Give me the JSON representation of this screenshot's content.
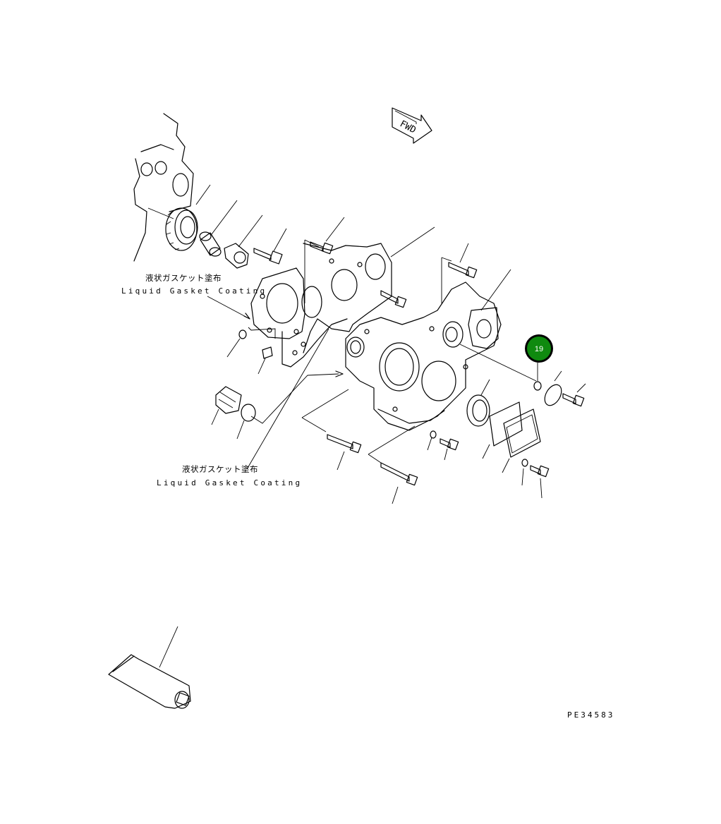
{
  "direction_label": "FWD",
  "annotations": [
    {
      "id": "top",
      "japanese": "液状ガスケット塗布",
      "english": "Liquid Gasket Coating"
    },
    {
      "id": "bottom",
      "japanese": "液状ガスケット塗布",
      "english": "Liquid Gasket Coating"
    }
  ],
  "callout": {
    "number": "19",
    "color": "#0f8a0f",
    "ring_color": "#000000"
  },
  "figure_code": "PE34583"
}
